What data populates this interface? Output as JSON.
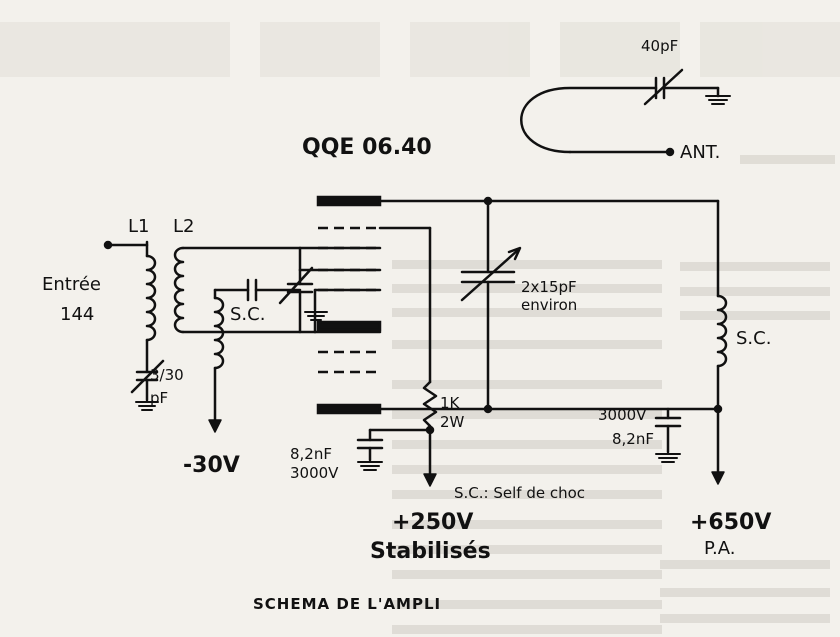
{
  "diagram": {
    "caption": "SCHEMA DE L'AMPLI",
    "tube": "QQE 06.40",
    "labels": {
      "l1": "L1",
      "l2": "L2",
      "input_line1": "Entrée",
      "input_line2": "144",
      "input_cap_line1": "3/30",
      "input_cap_line2": "pF",
      "sc_grid": "S.C.",
      "sc_plate": "S.C.",
      "minus30": "-30V",
      "cap_tank_line1": "2x15pF",
      "cap_tank_line2": "environ",
      "cap_ant": "40pF",
      "ant": "ANT.",
      "res_line1": "1K",
      "res_line2": "2W",
      "cap_g2_line1": "8,2nF",
      "cap_g2_line2": "3000V",
      "cap_pa_volt": "3000V",
      "cap_pa_val": "8,2nF",
      "sc_note": "S.C.: Self de choc",
      "plus250": "+250V",
      "stabilises": "Stabilisés",
      "plus650": "+650V",
      "pa": "P.A."
    }
  }
}
